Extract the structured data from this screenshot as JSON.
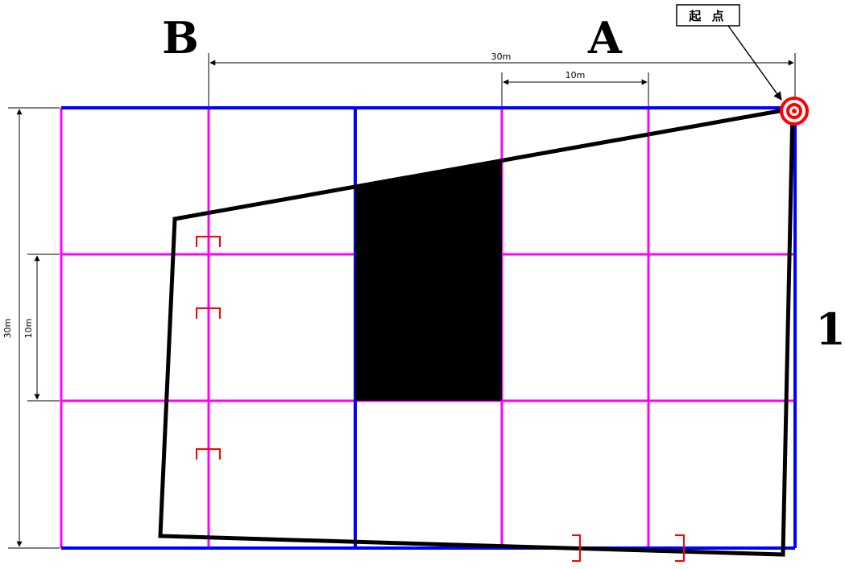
{
  "labels": {
    "col_b": "B",
    "col_a": "A",
    "row_1": "1",
    "start_point": "起 点"
  },
  "dimensions": {
    "top_total": "30m",
    "top_cell": "10m",
    "left_total": "30m",
    "left_cell": "10m"
  },
  "colors": {
    "main_grid": "#0000ff",
    "sub_grid": "#ff00ff",
    "boundary": "#000000",
    "filled_area": "#000000",
    "marker": "#ff0000",
    "start_marker": "#ff0000"
  },
  "icons": {
    "start_marker": "target-icon",
    "bracket_markers": "bracket-icon"
  }
}
